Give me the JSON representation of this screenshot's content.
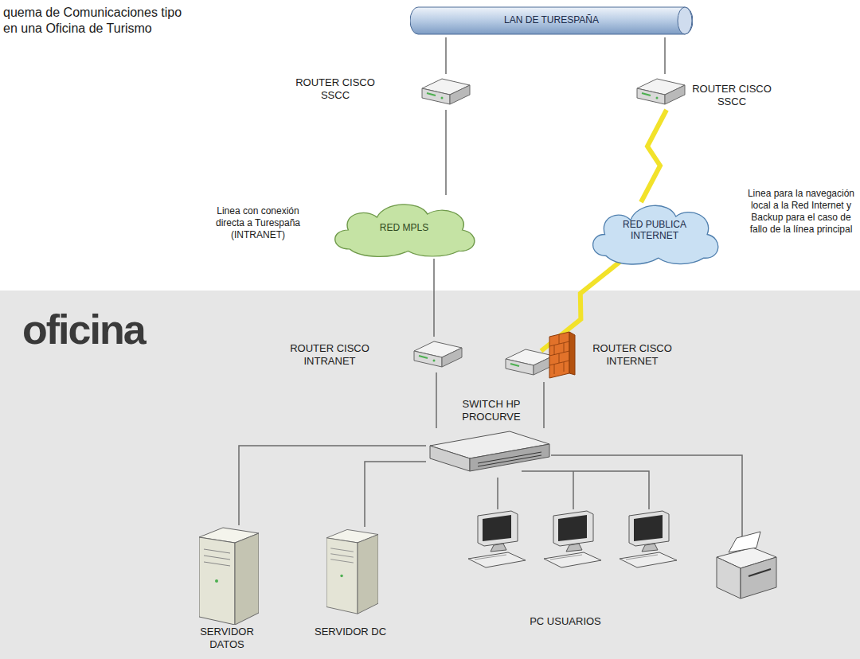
{
  "diagram": {
    "title": "quema de Comunicaciones tipo en una Oficina de Turismo",
    "nodes": [
      {
        "text": [
          "LAN DE TURESPAÑA"
        ]
      },
      {
        "text": [
          "ROUTER CISCO SSCC"
        ]
      },
      {
        "text": [
          "ROUTER CISCO SSCC"
        ]
      },
      {
        "text": [
          "RED MPLS"
        ]
      },
      {
        "text": [
          "RED PUBLICA INTERNET"
        ]
      },
      {
        "text": [
          "oficina"
        ]
      },
      {
        "text": [
          "ROUTER CISCO INTRANET"
        ],
        "in": 5
      },
      {
        "text": [
          "ROUTER CISCO INTERNET"
        ],
        "in": 5
      },
      {
        "text": [
          "SWITCH HP PROCURVE"
        ],
        "in": 5
      },
      {
        "text": [
          "SERVIDOR DATOS"
        ],
        "in": 5
      },
      {
        "text": [
          "SERVIDOR DC"
        ],
        "in": 5
      },
      {
        "text": [
          "PC USUARIOS"
        ],
        "in": 5
      }
    ],
    "edges": [
      {
        "from": 0,
        "to": 1,
        "arrow": "none"
      },
      {
        "from": 0,
        "to": 2,
        "arrow": "none"
      },
      {
        "from": 1,
        "to": 3,
        "arrow": "none"
      },
      {
        "from": 2,
        "to": 4,
        "arrow": "none"
      },
      {
        "from": 3,
        "to": 6,
        "arrow": "none"
      },
      {
        "from": 4,
        "to": 7,
        "arrow": "none"
      },
      {
        "from": 6,
        "to": 8,
        "arrow": "none"
      },
      {
        "from": 7,
        "to": 8,
        "arrow": "none"
      },
      {
        "from": 8,
        "to": 9,
        "arrow": "none"
      },
      {
        "from": 8,
        "to": 10,
        "arrow": "none"
      },
      {
        "from": 8,
        "to": 11,
        "arrow": "none"
      }
    ],
    "labels": [
      "Linea con conexión directa a Turespaña (INTRANET)",
      "Linea para la navegación local a la Red Internet y Backup para el caso de fallo de la línea principal"
    ]
  }
}
